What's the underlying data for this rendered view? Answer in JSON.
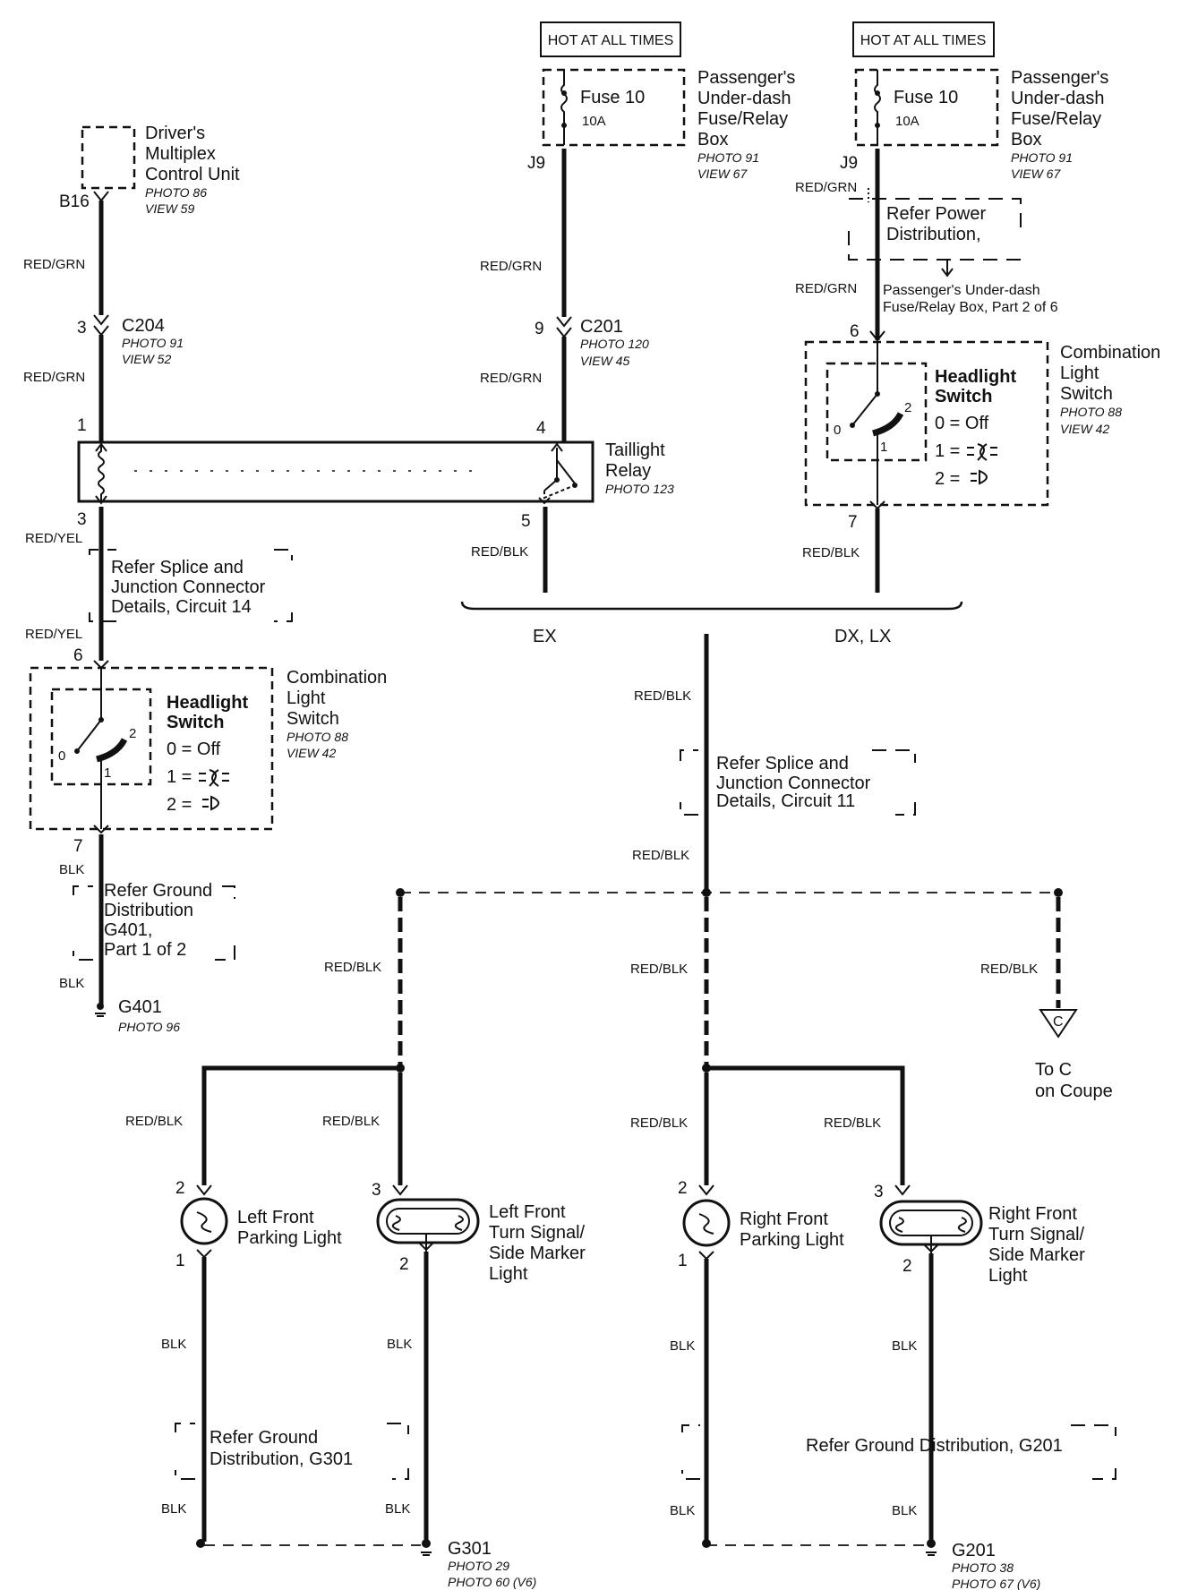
{
  "hot_labels": [
    "HOT AT ALL TIMES",
    "HOT AT ALL TIMES"
  ],
  "fuse": {
    "name": "Fuse 10",
    "rating": "10A",
    "box": [
      "Passenger's",
      "Under-dash",
      "Fuse/Relay",
      "Box"
    ],
    "photo": "PHOTO 91",
    "view": "VIEW 67",
    "pin": "J9"
  },
  "dmcu": {
    "label": [
      "Driver's",
      "Multiplex",
      "Control Unit"
    ],
    "photo": "PHOTO 86",
    "view": "VIEW 59",
    "pin": "B16"
  },
  "c204": {
    "name": "C204",
    "photo": "PHOTO 91",
    "view": "VIEW 52",
    "pin": "3"
  },
  "c201": {
    "name": "C201",
    "photo": "PHOTO 120",
    "view": "VIEW 45",
    "pin": "9"
  },
  "power_ref": {
    "box": [
      "Refer Power",
      "Distribution,"
    ],
    "cont": [
      "Passenger's Under-dash",
      "Fuse/Relay Box, Part 2 of 6"
    ]
  },
  "relay": {
    "label": [
      "Taillight",
      "Relay"
    ],
    "photo": "PHOTO 123",
    "pins": [
      "1",
      "3",
      "4",
      "5"
    ]
  },
  "comb_switch": {
    "label": [
      "Combination",
      "Light",
      "Switch"
    ],
    "photo": "PHOTO 88",
    "view": "VIEW 42",
    "sub": [
      "Headlight",
      "Switch"
    ],
    "positions": [
      "0 = Off",
      "1 =",
      "2 ="
    ],
    "nums": [
      "0",
      "1",
      "2"
    ],
    "pins": [
      "6",
      "7"
    ]
  },
  "splice14": [
    "Refer Splice and",
    "Junction Connector",
    "Details, Circuit 14"
  ],
  "splice11": [
    "Refer Splice and",
    "Junction Connector",
    "Details, Circuit 11"
  ],
  "ground_g401": {
    "ref": [
      "Refer Ground",
      "Distribution",
      "G401,",
      "Part 1 of 2"
    ],
    "name": "G401",
    "photo": "PHOTO 96"
  },
  "ground_g301": {
    "ref": [
      "Refer Ground",
      "Distribution, G301"
    ],
    "name": "G301",
    "photo": [
      "PHOTO 29",
      "PHOTO 60 (V6)"
    ]
  },
  "ground_g201": {
    "ref": "Refer Ground Distribution, G201",
    "name": "G201",
    "photo": [
      "PHOTO 38",
      "PHOTO 67 (V6)"
    ]
  },
  "variants": [
    "EX",
    "DX, LX"
  ],
  "coupe": {
    "connector": "C",
    "label": [
      "To C",
      "on Coupe"
    ]
  },
  "lights": {
    "left_parking": [
      "Left Front",
      "Parking Light"
    ],
    "left_turn": [
      "Left Front",
      "Turn Signal/",
      "Side Marker",
      "Light"
    ],
    "right_parking": [
      "Right Front",
      "Parking Light"
    ],
    "right_turn": [
      "Right Front",
      "Turn Signal/",
      "Side Marker",
      "Light"
    ]
  },
  "light_pins": {
    "parking_in": "2",
    "parking_out": "1",
    "turn_in": "3",
    "turn_out": "2"
  },
  "wire_colors": {
    "red_grn": "RED/GRN",
    "red_yel": "RED/YEL",
    "red_blk": "RED/BLK",
    "blk": "BLK"
  }
}
